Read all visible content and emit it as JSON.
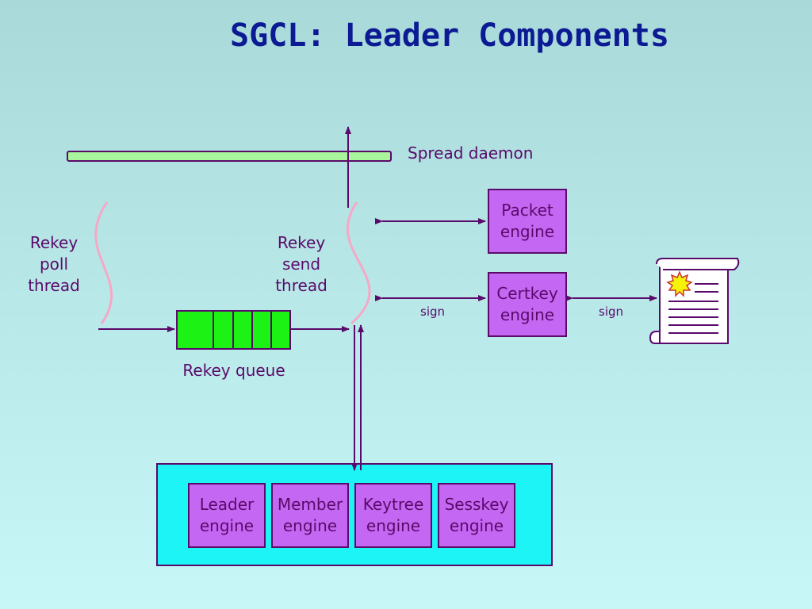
{
  "title": "SGCL: Leader Components",
  "spread": {
    "label": "Spread daemon"
  },
  "threads": {
    "poll": [
      "Rekey",
      "poll",
      "thread"
    ],
    "send": [
      "Rekey",
      "send",
      "thread"
    ]
  },
  "queue": {
    "label": "Rekey queue"
  },
  "engines": {
    "packet": [
      "Packet",
      "engine"
    ],
    "certkey": [
      "Certkey",
      "engine"
    ],
    "leader": [
      "Leader",
      "engine"
    ],
    "member": [
      "Member",
      "engine"
    ],
    "keytree": [
      "Keytree",
      "engine"
    ],
    "sesskey": [
      "Sesskey",
      "engine"
    ]
  },
  "arrows": {
    "sign_left": "sign",
    "sign_right": "sign"
  },
  "colors": {
    "title": "#0c1a93",
    "text": "#5a0a6a",
    "engine_fill": "#c467f2",
    "cyan_box": "#1cf4f6",
    "queue_fill": "#1cf214",
    "spread_bar": "#a8f59c",
    "thread_curve": "#f7a8c8"
  },
  "icons": {
    "certificate": "certificate-scroll-icon"
  }
}
